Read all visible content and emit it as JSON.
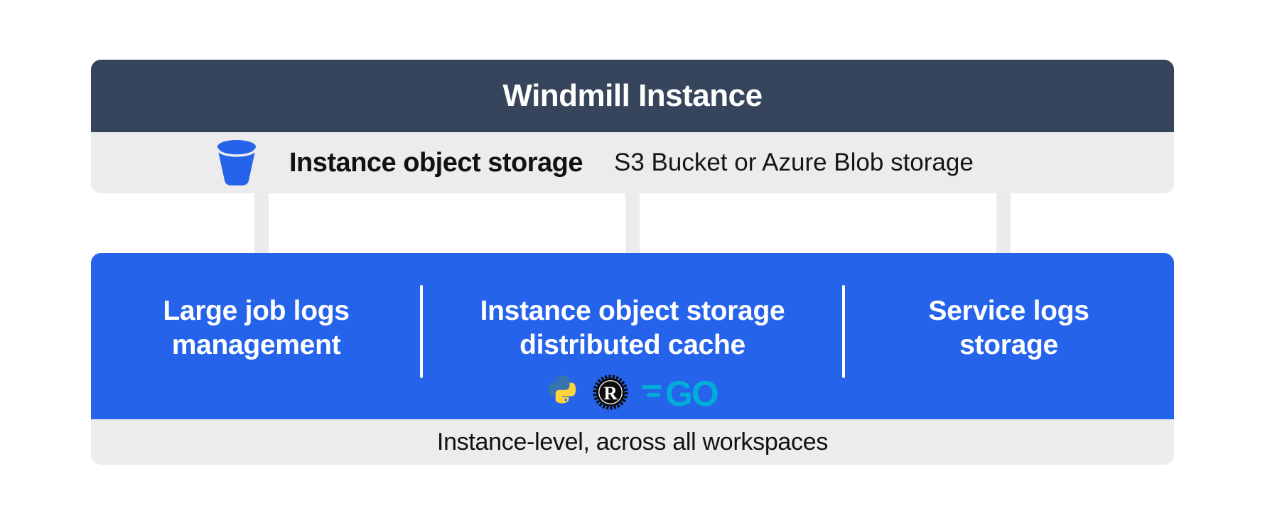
{
  "diagram": {
    "title": "Windmill Instance",
    "storage_row": {
      "icon": "bucket-icon",
      "title": "Instance object storage",
      "subtitle": "S3 Bucket or Azure Blob storage"
    },
    "panel": {
      "sections": [
        {
          "lines": [
            "Large job logs",
            "management"
          ]
        },
        {
          "lines": [
            "Instance object storage",
            "distributed cache"
          ],
          "icons": [
            "python-icon",
            "rust-icon",
            "go-icon"
          ]
        },
        {
          "lines": [
            "Service logs",
            "storage"
          ]
        }
      ]
    },
    "footer": "Instance-level, across all workspaces",
    "colors": {
      "header_bg": "#36455B",
      "panel_bg": "#2563EB",
      "surface_gray": "#ECECEC",
      "arrow_gray": "#ECEAEA",
      "bucket_blue": "#2563EB",
      "python_blue": "#3776AB",
      "python_yellow": "#FFD43B",
      "rust_black": "#0B0B0B",
      "go_cyan": "#00ADD8",
      "text_dark": "#121212",
      "text_light": "#FFFFFF"
    }
  }
}
